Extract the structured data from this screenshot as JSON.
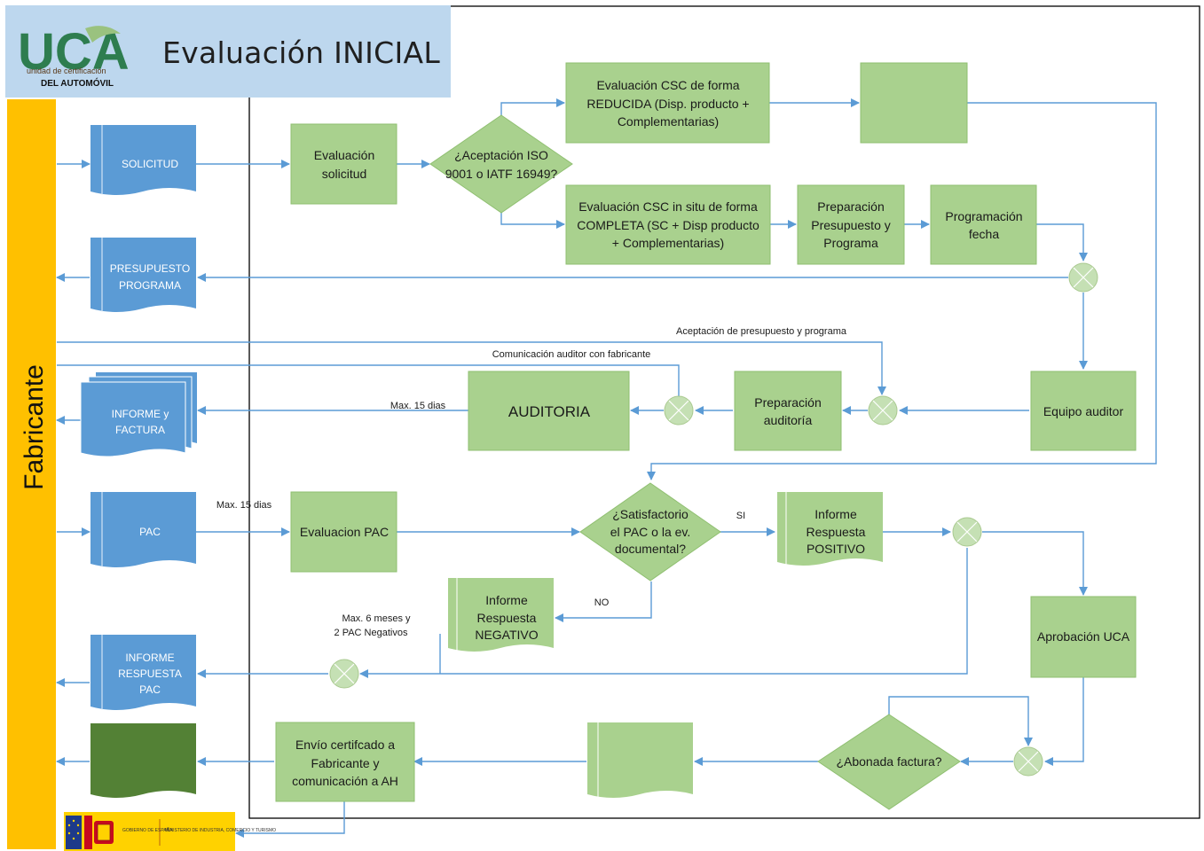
{
  "header": {
    "title": "Evaluación INICIAL",
    "logo_text": "UCA",
    "logo_sub1": "unidad de certificación",
    "logo_sub2": "DEL AUTOMÓVIL"
  },
  "lane": {
    "label": "Fabricante"
  },
  "footer_logo": {
    "gov_text": "GOBIERNO DE ESPAÑA",
    "ministry_text": "MINISTERIO DE INDUSTRIA, COMERCIO Y TURISMO"
  },
  "documents": {
    "solicitud": "SOLICITUD",
    "presupuesto": [
      "PRESUPUESTO",
      "PROGRAMA"
    ],
    "informe_factura": [
      "INFORME y",
      "FACTURA"
    ],
    "pac": "PAC",
    "informe_respuesta_pac": [
      "INFORME",
      "RESPUESTA",
      "PAC"
    ],
    "informe_positivo": [
      "Informe",
      "Respuesta",
      "POSITIVO"
    ],
    "informe_negativo": [
      "Informe",
      "Respuesta",
      "NEGATIVO"
    ]
  },
  "processes": {
    "eval_solicitud": [
      "Evaluación",
      "solicitud"
    ],
    "eval_reducida": [
      "Evaluación CSC de forma",
      "REDUCIDA (Disp. producto +",
      "Complementarias)"
    ],
    "eval_completa": [
      "Evaluación CSC in situ de forma",
      "COMPLETA (SC + Disp producto",
      "+ Complementarias)"
    ],
    "preparacion_presupuesto": [
      "Preparación",
      "Presupuesto y",
      "Programa"
    ],
    "programacion_fecha": [
      "Programación",
      "fecha"
    ],
    "equipo_auditor": "Equipo auditor",
    "preparacion_auditoria": [
      "Preparación",
      "auditoría"
    ],
    "auditoria": "AUDITORIA",
    "evaluacion_pac": "Evaluacion PAC",
    "aprobacion_uca": "Aprobación UCA",
    "envio_certificado": [
      "Envío certifcado a",
      "Fabricante y",
      "comunicación a AH"
    ]
  },
  "decisions": {
    "aceptacion_iso": [
      "¿Aceptación ISO",
      "9001 o IATF 16949?"
    ],
    "satisfactorio": [
      "¿Satisfactorio",
      "el PAC o la ev.",
      "documental?"
    ],
    "abonada": "¿Abonada factura?"
  },
  "labels": {
    "aceptacion_presupuesto": "Aceptación de presupuesto y programa",
    "comunicacion_auditor": "Comunicación auditor con fabricante",
    "max15_auditoria": "Max. 15 dias",
    "max15_pac": "Max. 15 dias",
    "si": "SI",
    "no": "NO",
    "max6": [
      "Max. 6 meses y",
      "2 PAC Negativos"
    ]
  },
  "colors": {
    "process_green": "#a9d18e",
    "process_border": "#8fbf70",
    "document_blue": "#5b9bd5",
    "document_dark_green": "#538135",
    "arrow_blue": "#5b9bd5",
    "lane_yellow": "#ffc000",
    "header_bg": "#bdd7ee",
    "logo_green": "#2e7d4f"
  }
}
